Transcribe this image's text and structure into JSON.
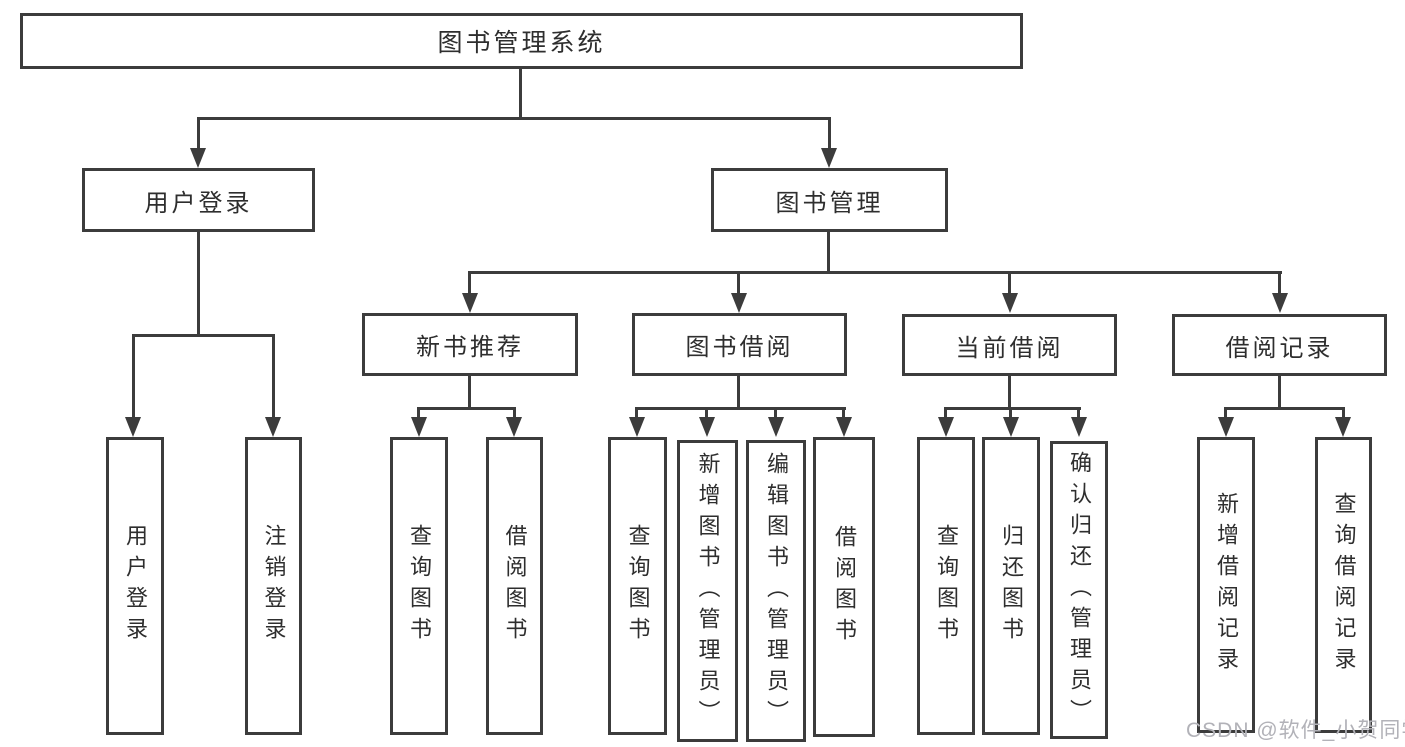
{
  "title": "图书管理系统",
  "watermark": "CSDN @软件_小贺同学",
  "accent_colors": {
    "line": "#3c3c3c",
    "text": "#2e2e2e",
    "watermark": "#b2b2b8",
    "background": "#ffffff"
  },
  "tree": {
    "root": "图书管理系统",
    "branches": [
      {
        "label": "用户登录",
        "children": [
          "用户登录",
          "注销登录"
        ]
      },
      {
        "label": "图书管理",
        "children": [
          {
            "label": "新书推荐",
            "children": [
              "查询图书",
              "借阅图书"
            ]
          },
          {
            "label": "图书借阅",
            "children": [
              "查询图书",
              "新增图书（管理员）",
              "编辑图书（管理员）",
              "借阅图书"
            ]
          },
          {
            "label": "当前借阅",
            "children": [
              "查询图书",
              "归还图书",
              "确认归还（管理员）"
            ]
          },
          {
            "label": "借阅记录",
            "children": [
              "新增借阅记录",
              "查询借阅记录"
            ]
          }
        ]
      }
    ]
  }
}
